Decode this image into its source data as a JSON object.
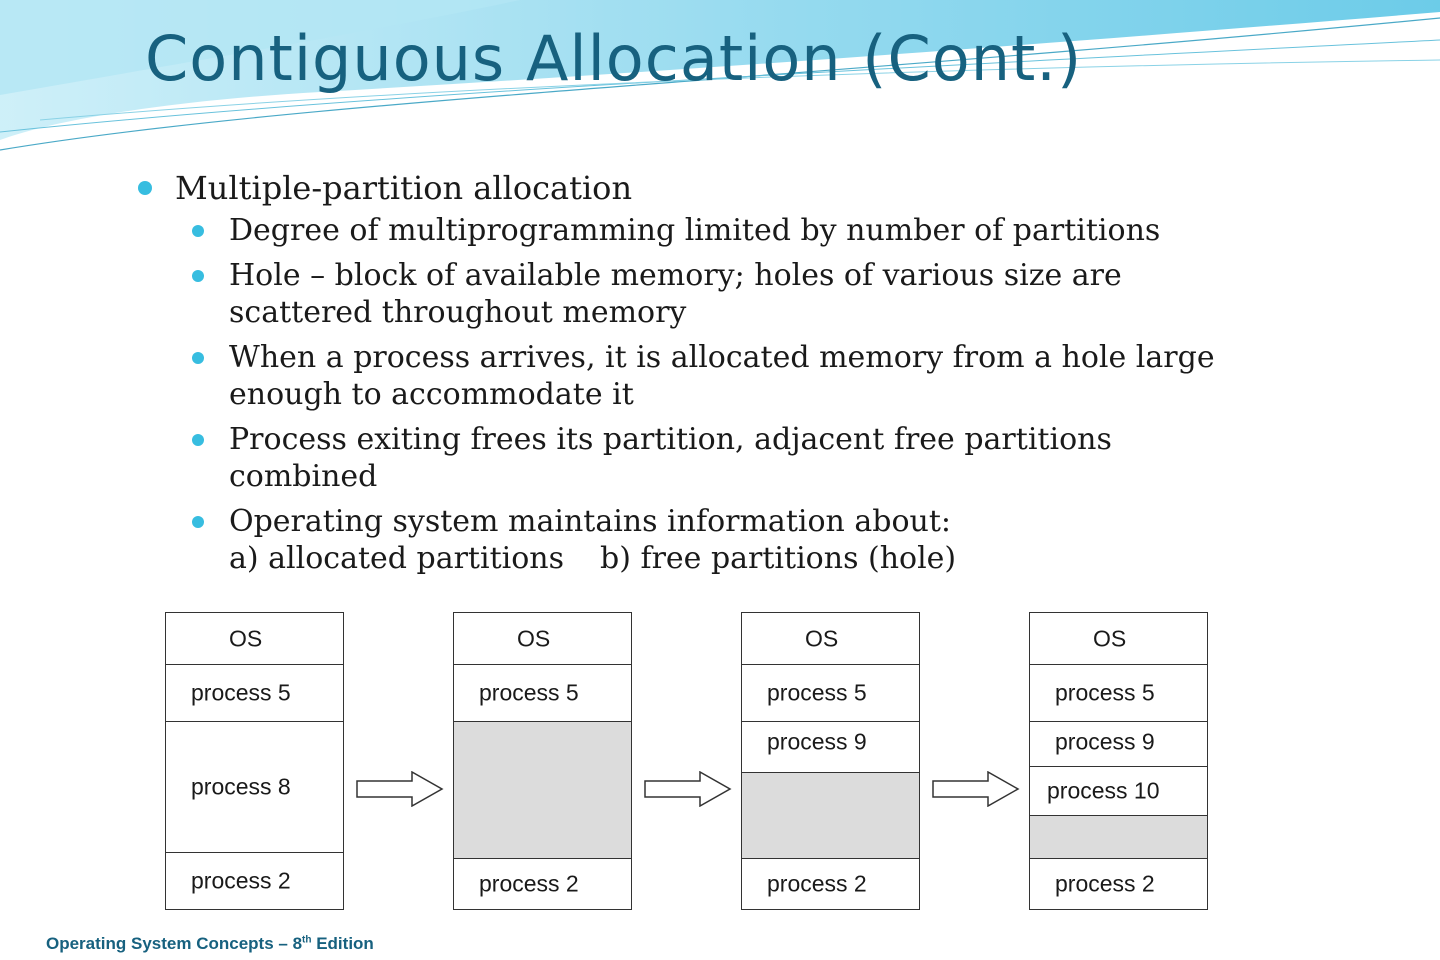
{
  "slide": {
    "title": "Contiguous Allocation (Cont.)",
    "bullet": "Multiple-partition allocation",
    "subbullets": [
      "Degree of multiprogramming limited by number of partitions",
      "Hole – block of available memory; holes of various size are",
      "scattered throughout memory",
      "When a process arrives, it is allocated memory from a hole large",
      "enough to accommodate it",
      "Process exiting frees its partition, adjacent free partitions",
      "combined",
      "Operating system maintains information about:",
      "a) allocated partitions",
      "b) free partitions (hole)"
    ]
  },
  "diagram": {
    "stages": [
      {
        "os": "OS",
        "p5": "process 5",
        "middle": "process 8",
        "p2": "process 2"
      },
      {
        "os": "OS",
        "p5": "process 5",
        "p2": "process 2"
      },
      {
        "os": "OS",
        "p5": "process 5",
        "p9": "process 9",
        "p2": "process 2"
      },
      {
        "os": "OS",
        "p5": "process 5",
        "p9": "process 9",
        "p10": "process 10",
        "p2": "process 2"
      }
    ]
  },
  "footer": {
    "prefix": "Operating System Concepts – 8",
    "sup": "th",
    "suffix": " Edition"
  },
  "colors": {
    "title": "#17617f",
    "bullet": "#37bde0",
    "hole": "#dcdcdc",
    "swoosh": "#7fd3ea"
  }
}
